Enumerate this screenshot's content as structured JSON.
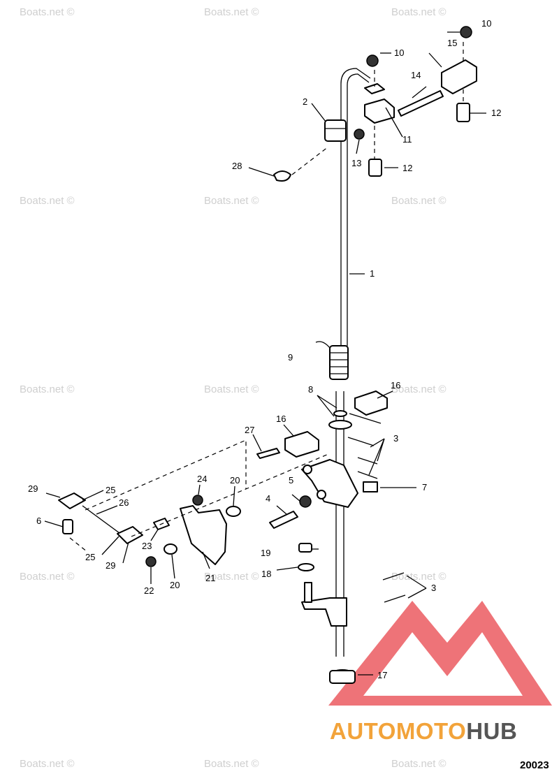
{
  "watermarks": [
    "Boats.net ©",
    "Boats.net ©",
    "Boats.net ©",
    "Boats.net ©",
    "Boats.net ©",
    "Boats.net ©",
    "Boats.net ©",
    "Boats.net ©",
    "Boats.net ©",
    "Boats.net ©",
    "Boats.net ©",
    "Boats.net ©",
    "Boats.net ©",
    "Boats.net ©",
    "Boats.net ©"
  ],
  "callouts": [
    "1",
    "2",
    "3",
    "3",
    "4",
    "5",
    "6",
    "7",
    "8",
    "9",
    "10",
    "10",
    "11",
    "12",
    "12",
    "13",
    "14",
    "15",
    "16",
    "16",
    "17",
    "18",
    "19",
    "20",
    "20",
    "21",
    "22",
    "23",
    "24",
    "25",
    "25",
    "26",
    "27",
    "28",
    "29",
    "29"
  ],
  "logo": {
    "text_a": "AUTOMOTO",
    "text_b": "HUB",
    "color_a": "#f2a33a",
    "color_b": "#555555",
    "mark_color": "#e8444b"
  },
  "drawing_number": "20023",
  "colors": {
    "watermark": "#cfcfcf",
    "ink": "#000000"
  }
}
